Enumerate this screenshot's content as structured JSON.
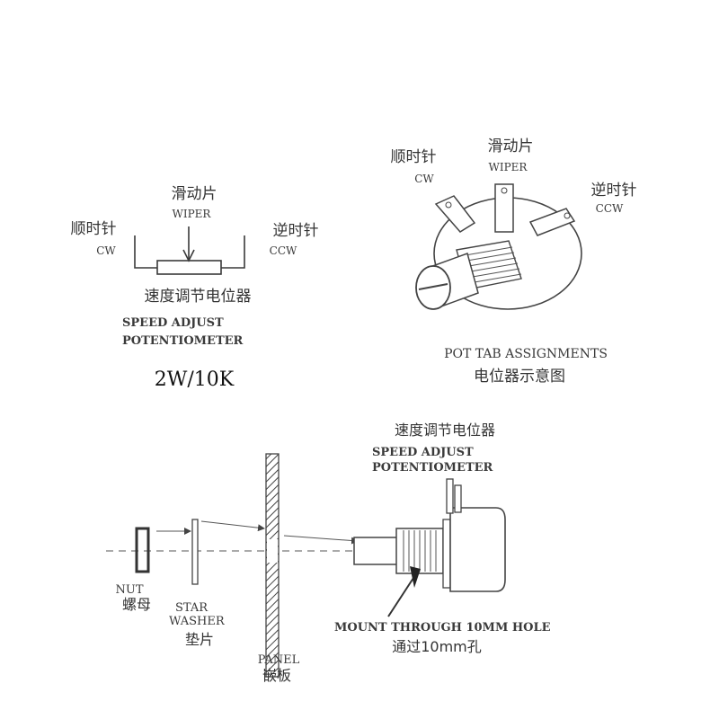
{
  "schematic": {
    "wiper_cn": "滑动片",
    "wiper_en": "WIPER",
    "cw_cn": "顺时针",
    "cw_en": "CW",
    "ccw_cn": "逆时针",
    "ccw_en": "CCW",
    "title_cn": "速度调节电位器",
    "title_en_line1": "SPEED ADJUST",
    "title_en_line2": "POTENTIOMETER",
    "rating": "2W/10K"
  },
  "pot_view": {
    "wiper_cn": "滑动片",
    "wiper_en": "WIPER",
    "cw_cn": "顺时针",
    "cw_en": "CW",
    "ccw_cn": "逆时针",
    "ccw_en": "CCW",
    "caption_en": "POT TAB ASSIGNMENTS",
    "caption_cn": "电位器示意图"
  },
  "mounting": {
    "pot_cn": "速度调节电位器",
    "pot_en_line1": "SPEED ADJUST",
    "pot_en_line2": "POTENTIOMETER",
    "nut_en": "NUT",
    "nut_cn": "螺母",
    "washer_en_line1": "STAR",
    "washer_en_line2": "WASHER",
    "washer_cn": "垫片",
    "panel_en": "PANEL",
    "panel_cn": "嵌板",
    "mount_en": "MOUNT THROUGH  10MM  HOLE",
    "mount_cn": "通过10mm孔"
  }
}
